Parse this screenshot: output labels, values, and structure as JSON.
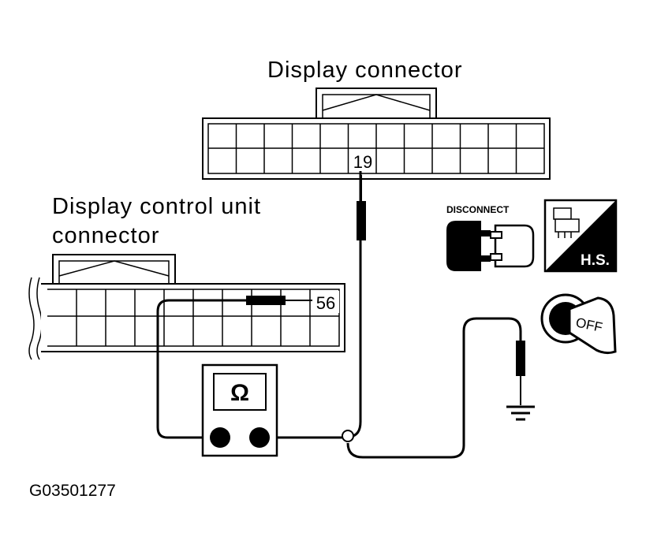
{
  "labels": {
    "display_connector": "Display connector",
    "control_unit_line1": "Display control unit",
    "control_unit_line2": "connector",
    "pin_display": "19",
    "pin_control": "56",
    "figure_code": "G03501277"
  },
  "meter": {
    "symbol": "Ω"
  },
  "icons": {
    "disconnect_label": "DISCONNECT",
    "hs_label": "H.S.",
    "ignition_label": "OFF"
  },
  "colors": {
    "line": "#000000",
    "background": "#ffffff"
  }
}
